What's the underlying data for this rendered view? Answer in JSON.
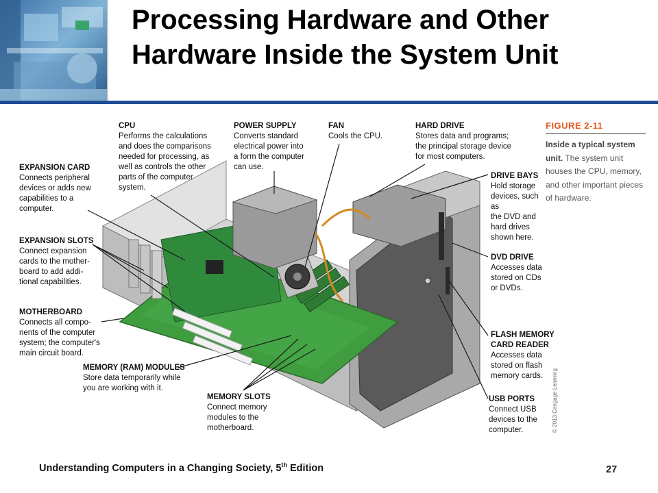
{
  "slide": {
    "title": "Processing Hardware and Other Hardware Inside the System Unit",
    "footer_prefix": "Understanding Computers in a Changing Society, 5",
    "footer_sup": "th",
    "footer_suffix": " Edition",
    "page_number": "27",
    "accent_color": "#1f4c96"
  },
  "figure": {
    "number": "FIGURE 2-11",
    "caption_lead": "Inside a typical system unit.",
    "caption_text": "The system unit houses the CPU, memory, and other important pieces of hardware.",
    "credit": "© 2013 Cengage Learning"
  },
  "callouts": {
    "cpu": {
      "heading": "CPU",
      "lines": [
        "Performs the calculations",
        "and does the comparisons",
        "needed for processing, as",
        "well as controls the other",
        "parts of the computer",
        "system."
      ]
    },
    "power_supply": {
      "heading": "POWER SUPPLY",
      "lines": [
        "Converts standard",
        "electrical power into",
        "a form the computer",
        "can use."
      ]
    },
    "fan": {
      "heading": "FAN",
      "lines": [
        "Cools the CPU."
      ]
    },
    "hard_drive": {
      "heading": "HARD DRIVE",
      "lines": [
        "Stores data and programs;",
        "the principal storage device",
        "for most computers."
      ]
    },
    "expansion_card": {
      "heading": "EXPANSION CARD",
      "lines": [
        "Connects peripheral",
        "devices or adds new",
        "capabilities to a",
        "computer."
      ]
    },
    "drive_bays": {
      "heading": "DRIVE BAYS",
      "lines": [
        "Hold storage",
        "devices, such as",
        "the DVD and",
        "hard drives",
        "shown here."
      ]
    },
    "expansion_slots": {
      "heading": "EXPANSION SLOTS",
      "lines": [
        "Connect expansion",
        "cards to the mother-",
        "board to add addi-",
        "tional capabilities."
      ]
    },
    "dvd_drive": {
      "heading": "DVD DRIVE",
      "lines": [
        "Accesses data",
        "stored on CDs",
        "or DVDs."
      ]
    },
    "motherboard": {
      "heading": "MOTHERBOARD",
      "lines": [
        "Connects all compo-",
        "nents of the computer",
        "system; the computer's",
        "main circuit board."
      ]
    },
    "flash_reader": {
      "heading": "FLASH MEMORY\nCARD READER",
      "lines": [
        "Accesses data",
        "stored on flash",
        "memory cards."
      ]
    },
    "memory_modules": {
      "heading": "MEMORY (RAM) MODULES",
      "lines": [
        "Store data temporarily while",
        "you are working with it."
      ]
    },
    "memory_slots": {
      "heading": "MEMORY SLOTS",
      "lines": [
        "Connect memory",
        "modules to the",
        "motherboard."
      ]
    },
    "usb_ports": {
      "heading": "USB PORTS",
      "lines": [
        "Connect USB",
        "devices to the",
        "computer."
      ]
    }
  }
}
